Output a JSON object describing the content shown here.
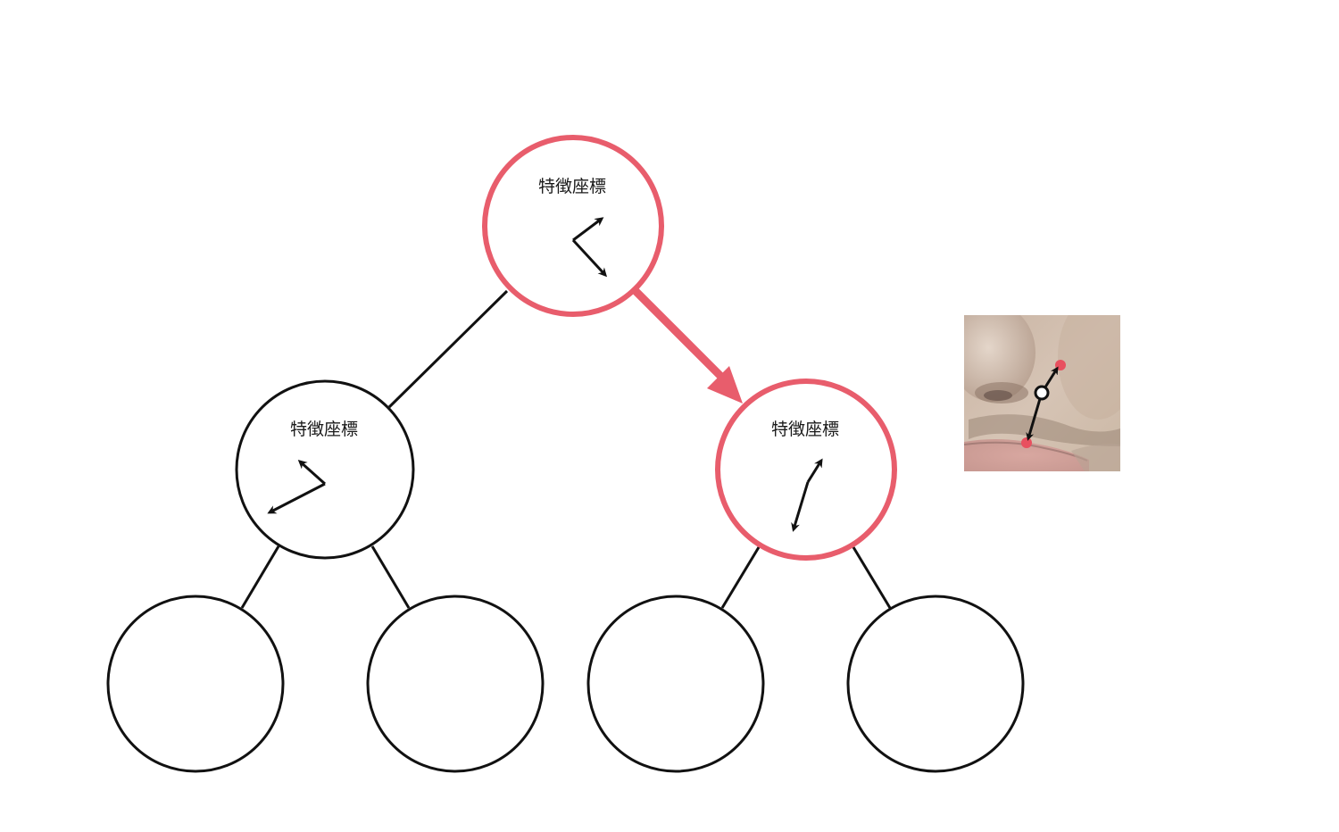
{
  "diagram": {
    "colors": {
      "highlight": "#e85d6c",
      "line": "#111111",
      "background": "#ffffff"
    },
    "nodes": [
      {
        "id": "root",
        "label": "特徴座標",
        "highlighted": true,
        "level": 0
      },
      {
        "id": "left",
        "label": "特徴座標",
        "highlighted": false,
        "level": 1
      },
      {
        "id": "right",
        "label": "特徴座標",
        "highlighted": true,
        "level": 1
      },
      {
        "id": "leaf-1",
        "label": "",
        "highlighted": false,
        "level": 2
      },
      {
        "id": "leaf-2",
        "label": "",
        "highlighted": false,
        "level": 2
      },
      {
        "id": "leaf-3",
        "label": "",
        "highlighted": false,
        "level": 2
      },
      {
        "id": "leaf-4",
        "label": "",
        "highlighted": false,
        "level": 2
      }
    ],
    "edges": [
      {
        "from": "root",
        "to": "left",
        "highlighted": false
      },
      {
        "from": "root",
        "to": "right",
        "highlighted": true
      },
      {
        "from": "left",
        "to": "leaf-1",
        "highlighted": false
      },
      {
        "from": "left",
        "to": "leaf-2",
        "highlighted": false
      },
      {
        "from": "right",
        "to": "leaf-3",
        "highlighted": false
      },
      {
        "from": "right",
        "to": "leaf-4",
        "highlighted": false
      }
    ],
    "inset": {
      "content": "face-crop-nose-mouth",
      "keypoint-color": "#e8505f",
      "center-marker": "open-circle"
    }
  }
}
